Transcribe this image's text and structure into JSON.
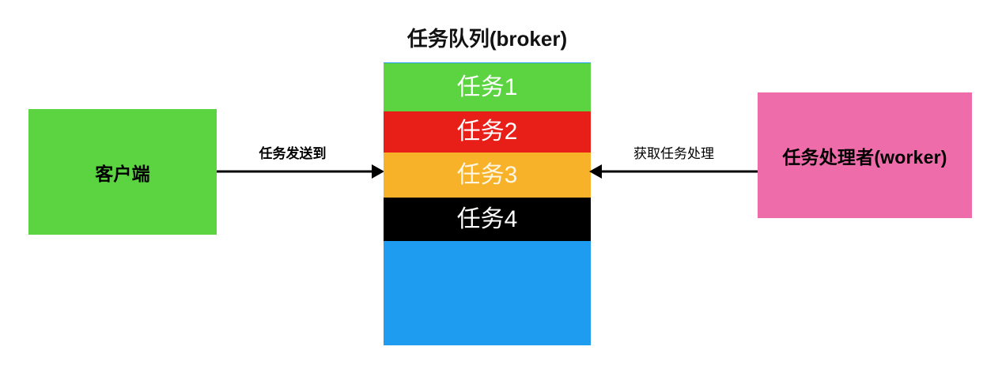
{
  "diagram": {
    "title_visible": false,
    "background": "#FFFFFF",
    "client": {
      "label": "客户端",
      "color": "#5CD341"
    },
    "broker": {
      "title": "任务队列(broker)",
      "container_color": "#1E9CF0",
      "slots": [
        {
          "label": "任务1",
          "color": "#5CD341",
          "text_color": "#FFFFFF"
        },
        {
          "label": "任务2",
          "color": "#E81E18",
          "text_color": "#FFFFFF"
        },
        {
          "label": "任务3",
          "color": "#F7B22A",
          "text_color": "#FDF6E3"
        },
        {
          "label": "任务4",
          "color": "#000000",
          "text_color": "#FFFFFF"
        },
        {
          "label": "",
          "color": "#1E9CF0",
          "text_color": "#FFFFFF"
        }
      ]
    },
    "worker": {
      "label": "任务处理者(worker)",
      "color": "#EE6CAA"
    },
    "arrows": [
      {
        "name": "client-to-broker",
        "label": "任务发送到",
        "direction": "right",
        "color": "#000000"
      },
      {
        "name": "worker-to-broker",
        "label": "获取任务处理",
        "direction": "left",
        "color": "#000000"
      }
    ]
  }
}
